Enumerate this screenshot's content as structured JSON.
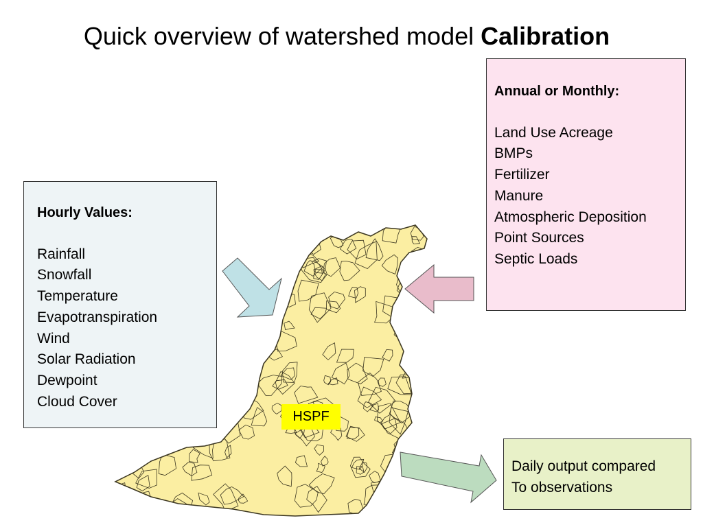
{
  "title": {
    "prefix": "Quick overview of watershed model",
    "emphasis": "Calibration"
  },
  "hourly_box": {
    "heading": "Hourly Values:",
    "items": [
      "Rainfall",
      "Snowfall",
      "Temperature",
      "Evapotranspiration",
      "Wind",
      "Solar Radiation",
      "Dewpoint",
      "Cloud Cover"
    ],
    "color": "#eef4f6"
  },
  "annual_box": {
    "heading": "Annual or Monthly:",
    "items": [
      "Land Use Acreage",
      "BMPs",
      "Fertilizer",
      "Manure",
      "Atmospheric Deposition",
      "Point Sources",
      "Septic Loads"
    ],
    "color": "#fde3ef"
  },
  "output_box": {
    "line1": "Daily output compared",
    "line2": "To observations",
    "color": "#e8f1c8"
  },
  "model_label": "HSPF",
  "colors": {
    "watershed_fill": "#fbeea2",
    "watershed_line": "#3a3520",
    "arrow_blue": "#bfe1e6",
    "arrow_pink": "#e9bccb",
    "arrow_green": "#bcdcbf",
    "label_highlight": "#ffff00"
  }
}
